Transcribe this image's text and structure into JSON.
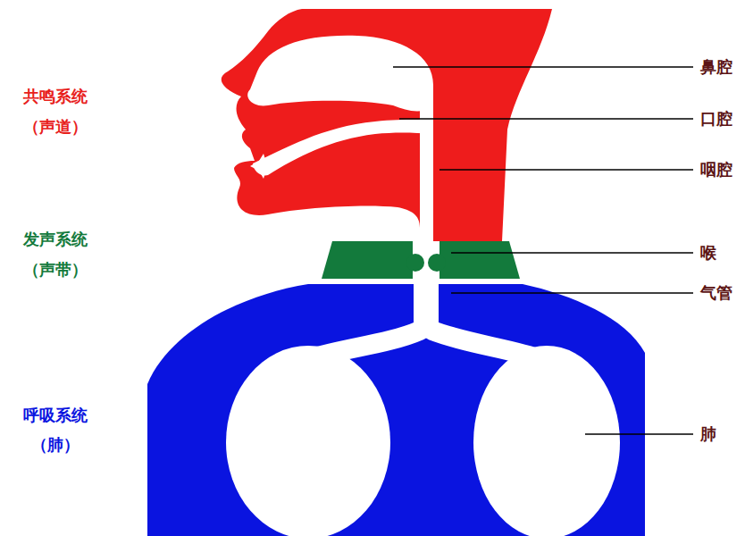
{
  "diagram": {
    "labels": [
      "共鸣系统",
      "（声道）",
      "发声系统",
      "（声带）",
      "呼吸系统",
      "（肺）",
      "鼻腔",
      "口腔",
      "咽腔",
      "喉",
      "气管",
      "肺"
    ]
  }
}
